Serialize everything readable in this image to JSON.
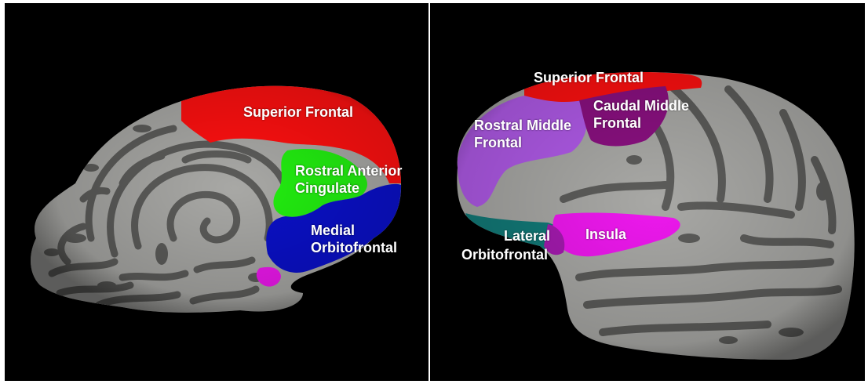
{
  "medial_view": {
    "labels": {
      "superior_frontal": "Superior Frontal",
      "rostral_anterior_cingulate_line1": "Rostral Anterior",
      "rostral_anterior_cingulate_line2": "Cingulate",
      "medial_orbitofrontal_line1": "Medial",
      "medial_orbitofrontal_line2": "Orbitofrontal"
    }
  },
  "lateral_view": {
    "labels": {
      "superior_frontal": "Superior Frontal",
      "caudal_middle_frontal_line1": "Caudal Middle",
      "caudal_middle_frontal_line2": "Frontal",
      "rostral_middle_frontal_line1": "Rostral Middle",
      "rostral_middle_frontal_line2": "Frontal",
      "lateral_orbitofrontal_line1": "Lateral",
      "lateral_orbitofrontal_line2": "Orbitofrontal",
      "insula": "Insula"
    }
  },
  "colors": {
    "background": "#000000",
    "cortex_light": "#a8a8a5",
    "cortex_dark": "#5c5c5a",
    "superior_frontal": "#ff1010",
    "rostral_anterior_cingulate": "#22ee10",
    "medial_orbitofrontal": "#0a10c8",
    "caudal_middle_frontal": "#8a1080",
    "rostral_middle_frontal": "#b05ae8",
    "lateral_orbitofrontal": "#127a78",
    "insula": "#ee18ee",
    "label_text": "#ffffff"
  }
}
